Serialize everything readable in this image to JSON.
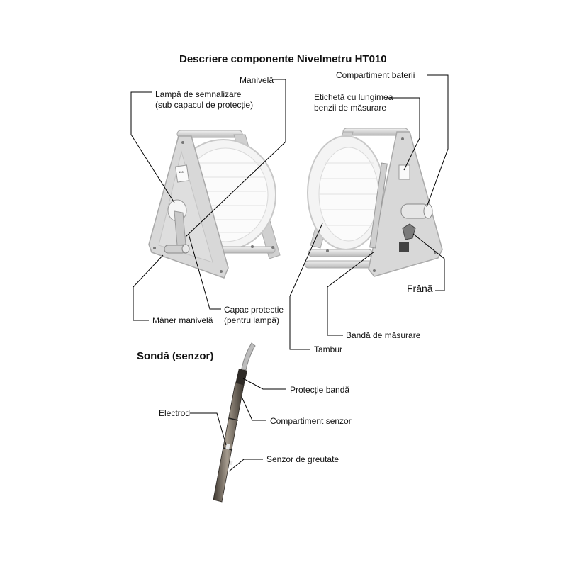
{
  "title": "Descriere componente Nivelmetru HT010",
  "probe_title": "Sondă (senzor)",
  "labels": {
    "manivela": "Manivelă",
    "lampa_l1": "Lampă de semnalizare",
    "lampa_l2": "(sub capacul de protecție)",
    "maner": "Mâner manivelă",
    "capac_l1": "Capac protecție",
    "capac_l2": "(pentru lampă)",
    "baterii": "Compartiment baterii",
    "eticheta_l1": "Etichetă cu lungimea",
    "eticheta_l2": "benzii de măsurare",
    "frana": "Frână",
    "banda": "Bandă de măsurare",
    "tambur": "Tambur",
    "protectie_banda": "Protecție bandă",
    "electrod": "Electrod",
    "comp_senzor": "Compartiment senzor",
    "senzor_greutate": "Senzor de greutate"
  },
  "reel_plate_text": "100 Meter",
  "colors": {
    "frame": "#d8d8d8",
    "frame_edge": "#a9a9a9",
    "drum": "#f4f4f4",
    "probe": "#6b6257"
  }
}
